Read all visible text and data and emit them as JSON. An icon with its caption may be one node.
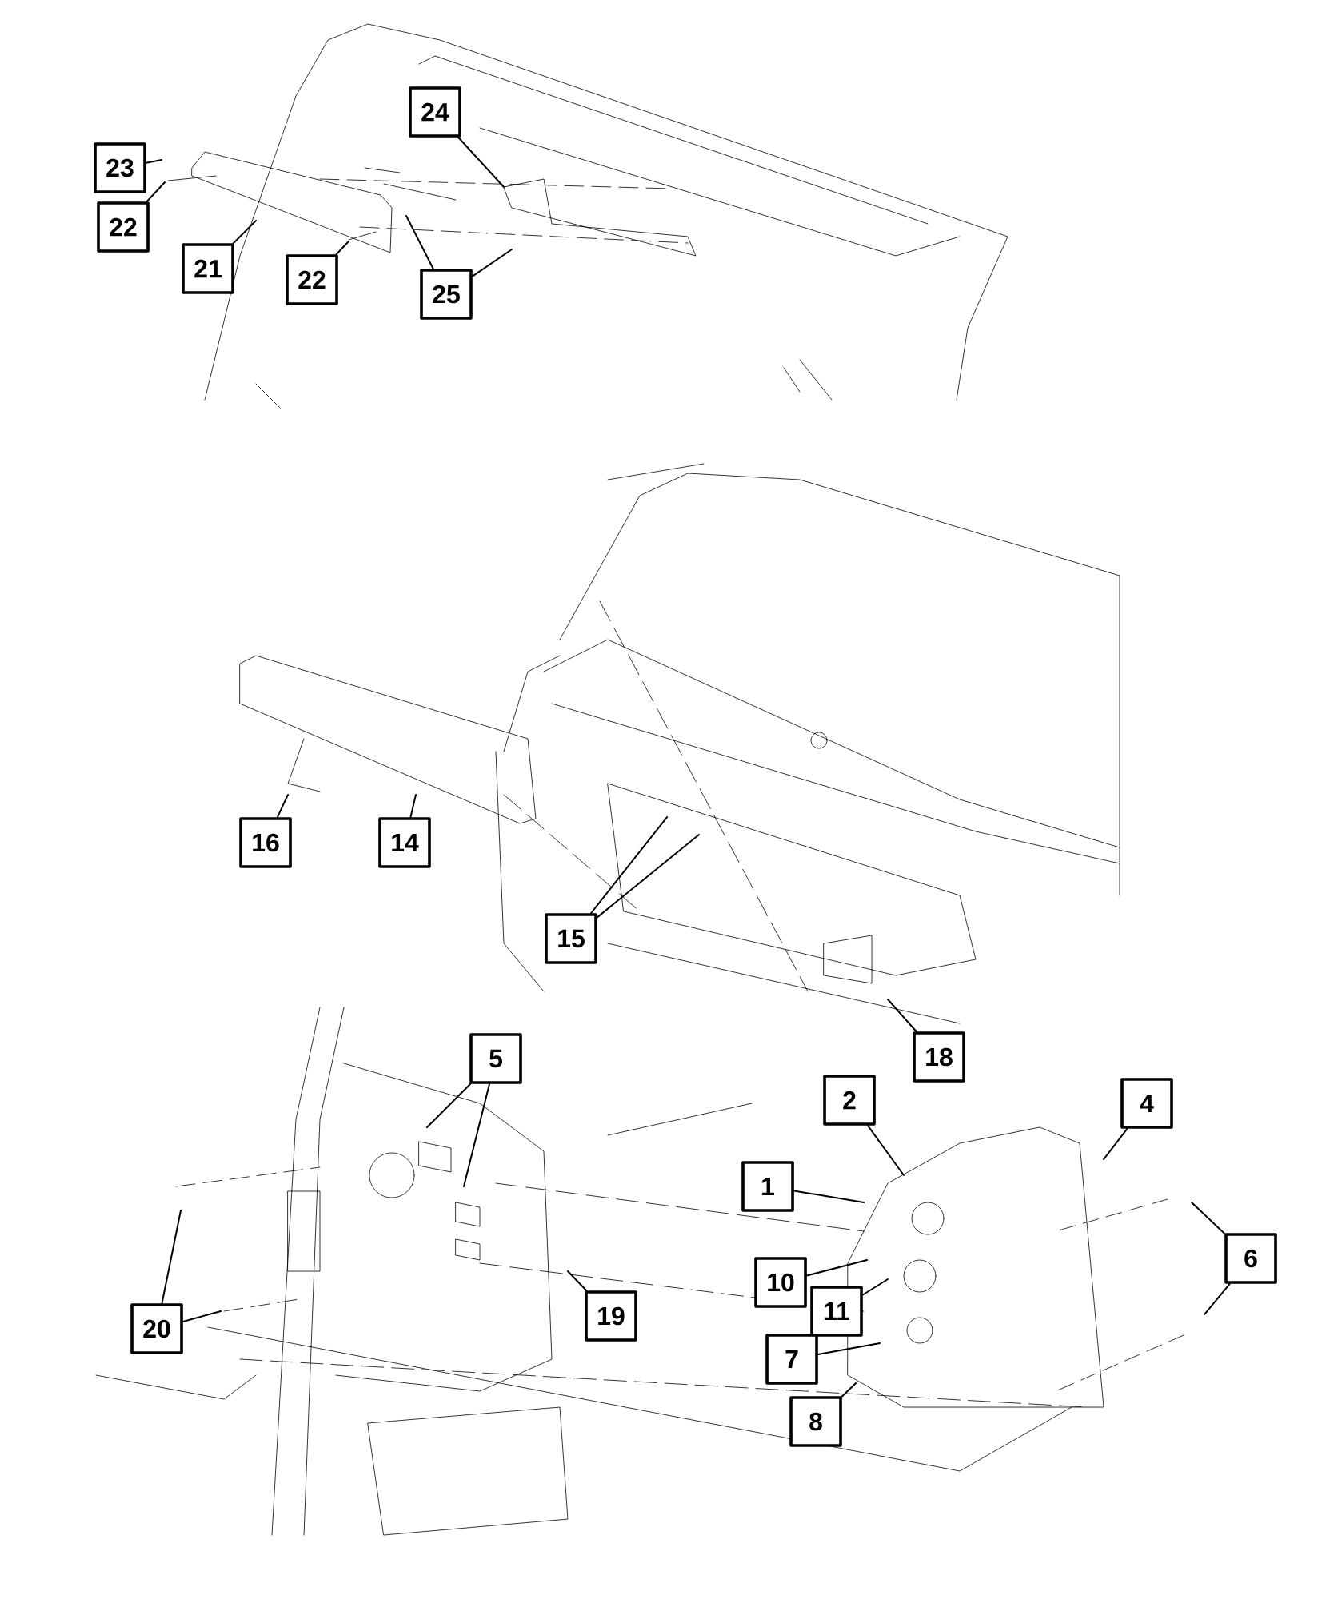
{
  "diagram": {
    "nodes": [
      {
        "text": [
          "24"
        ]
      },
      {
        "text": [
          "23"
        ]
      },
      {
        "text": [
          "22"
        ]
      },
      {
        "text": [
          "21"
        ]
      },
      {
        "text": [
          "22"
        ]
      },
      {
        "text": [
          "25"
        ]
      },
      {
        "text": [
          "16"
        ]
      },
      {
        "text": [
          "14"
        ]
      },
      {
        "text": [
          "15"
        ]
      },
      {
        "text": [
          "18"
        ]
      },
      {
        "text": [
          "5"
        ]
      },
      {
        "text": [
          "2"
        ]
      },
      {
        "text": [
          "4"
        ]
      },
      {
        "text": [
          "1"
        ]
      },
      {
        "text": [
          "6"
        ]
      },
      {
        "text": [
          "10"
        ]
      },
      {
        "text": [
          "11"
        ]
      },
      {
        "text": [
          "19"
        ]
      },
      {
        "text": [
          "20"
        ]
      },
      {
        "text": [
          "7"
        ]
      },
      {
        "text": [
          "8"
        ]
      }
    ],
    "edges": [
      {
        "from": 0,
        "to": null,
        "arrow": "none"
      },
      {
        "from": 1,
        "to": null,
        "arrow": "none"
      },
      {
        "from": 2,
        "to": null,
        "arrow": "none"
      },
      {
        "from": 3,
        "to": null,
        "arrow": "none"
      },
      {
        "from": 4,
        "to": null,
        "arrow": "none"
      },
      {
        "from": 5,
        "to": null,
        "arrow": "none"
      },
      {
        "from": 5,
        "to": null,
        "arrow": "none"
      },
      {
        "from": 6,
        "to": null,
        "arrow": "none"
      },
      {
        "from": 7,
        "to": null,
        "arrow": "none"
      },
      {
        "from": 8,
        "to": null,
        "arrow": "none"
      },
      {
        "from": 8,
        "to": null,
        "arrow": "none"
      },
      {
        "from": 9,
        "to": null,
        "arrow": "none"
      },
      {
        "from": 10,
        "to": null,
        "arrow": "none"
      },
      {
        "from": 10,
        "to": null,
        "arrow": "none"
      },
      {
        "from": 11,
        "to": null,
        "arrow": "none"
      },
      {
        "from": 12,
        "to": null,
        "arrow": "none"
      },
      {
        "from": 13,
        "to": null,
        "arrow": "none"
      },
      {
        "from": 14,
        "to": null,
        "arrow": "none"
      },
      {
        "from": 14,
        "to": null,
        "arrow": "none"
      },
      {
        "from": 15,
        "to": null,
        "arrow": "none"
      },
      {
        "from": 16,
        "to": null,
        "arrow": "none"
      },
      {
        "from": 17,
        "to": null,
        "arrow": "none"
      },
      {
        "from": 18,
        "to": null,
        "arrow": "none"
      },
      {
        "from": 18,
        "to": null,
        "arrow": "none"
      },
      {
        "from": 19,
        "to": null,
        "arrow": "none"
      },
      {
        "from": 20,
        "to": null,
        "arrow": "none"
      }
    ]
  }
}
